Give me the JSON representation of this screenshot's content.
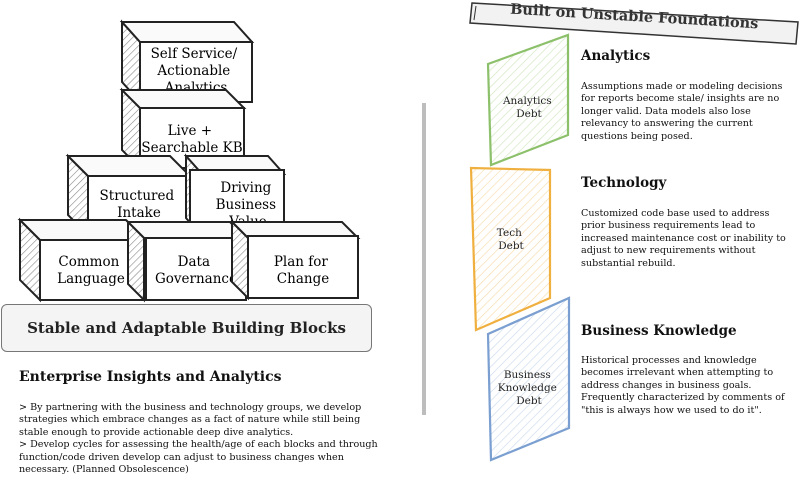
{
  "blocks": {
    "top": "Self Service/ Actionable Analytics",
    "second": "Live + Searchable KB",
    "third_left": "Structured Intake",
    "third_right": "Driving Business Value",
    "bottom_left": "Common Language",
    "bottom_middle": "Data Governance",
    "bottom_right": "Plan for Change"
  },
  "base_label": "Stable and Adaptable Building Blocks",
  "left_section": {
    "heading": "Enterprise Insights and Analytics",
    "bullet1": "> By partnering with the business and technology groups,  we develop strategies which embrace changes as a fact of nature while still being stable enough to provide actionable deep dive analytics.",
    "bullet2": "> Develop cycles for assessing the health/age of each blocks and through function/code driven develop can adjust to business changes when necessary. (Planned Obsolescence)"
  },
  "banner": "Built on Unstable Foundations",
  "debts": [
    {
      "label": "Analytics Debt",
      "title": "Analytics",
      "color": "#8cc06a",
      "body": "Assumptions made or modeling decisions for reports become stale/ insights are no longer valid. Data models also lose relevancy to answering the current questions being posed."
    },
    {
      "label": "Tech Debt",
      "title": "Technology",
      "color": "#f0b040",
      "body": "Customized code base used to address prior business requirements lead to increased maintenance cost or inability to adjust to new requirements without substantial rebuild."
    },
    {
      "label": "Business Knowledge Debt",
      "title": "Business Knowledge",
      "color": "#7a9fd0",
      "body": "Historical processes and knowledge becomes irrelevant when attempting to address changes in business goals. Frequently characterized by comments of \"this is always how we used to do it\"."
    }
  ]
}
